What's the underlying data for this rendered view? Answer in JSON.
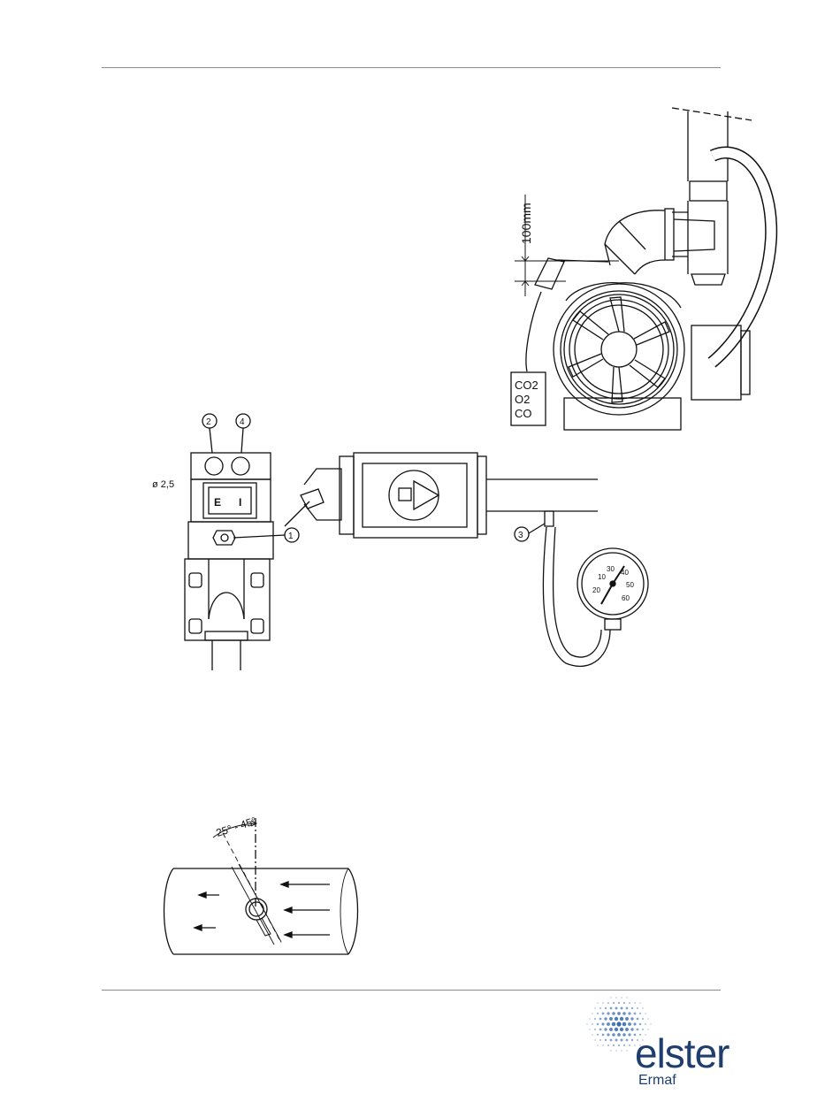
{
  "figure_fan": {
    "dimension_label": "100mm",
    "gas_box_lines": [
      "CO2",
      "O2",
      "CO"
    ]
  },
  "figure_valve": {
    "diameter_label": "ø 2,5",
    "callouts": [
      "2",
      "4",
      "1",
      "3"
    ],
    "connector_letters": [
      "E",
      "I"
    ],
    "gauge_scale": [
      "10",
      "20",
      "30",
      "40",
      "50",
      "60"
    ]
  },
  "figure_pipe": {
    "angle_label": "25° - 45°"
  },
  "logo": {
    "brand": "elster",
    "sub": "Ermaf",
    "brand_color": "#1f3e6e",
    "dot_color": "#2b63a8"
  }
}
